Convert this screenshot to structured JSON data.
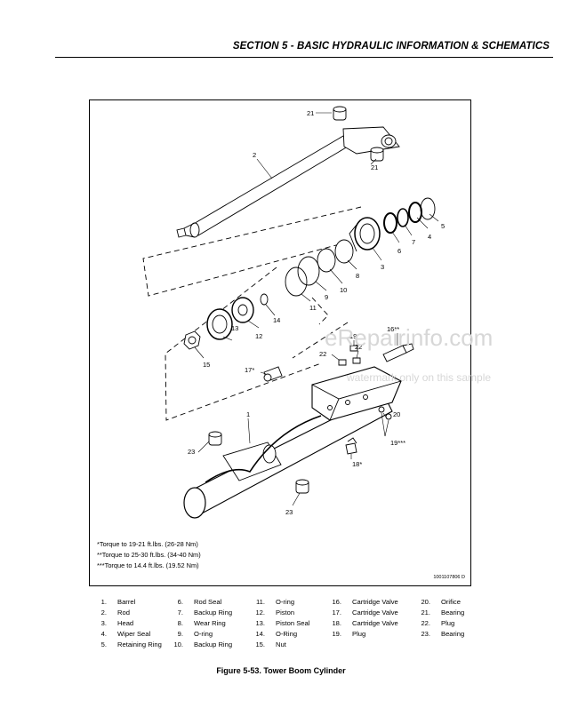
{
  "header": {
    "section_title": "SECTION 5 - BASIC HYDRAULIC INFORMATION & SCHEMATICS"
  },
  "diagram": {
    "callouts": [
      "21",
      "2",
      "21",
      "5",
      "4",
      "7",
      "6",
      "3",
      "8",
      "10",
      "9",
      "11",
      "14",
      "12",
      "13",
      "15",
      "16**",
      "19",
      "22",
      "22",
      "17*",
      "1",
      "20",
      "19***",
      "18*",
      "23",
      "23"
    ],
    "torque_notes": [
      "*Torque to 19-21 ft.lbs. (26-28 Nm)",
      "**Torque to 25-30 ft.lbs. (34-40 Nm)",
      "***Torque to 14.4 ft.lbs. (19.52 Nm)"
    ],
    "doc_number": "1001107806 D",
    "colors": {
      "line": "#000000",
      "watermark": "#d7d7d7"
    }
  },
  "watermark": {
    "site": "eRepairinfo.com",
    "note": "watermark only on this sample"
  },
  "legend": [
    [
      {
        "num": "1.",
        "label": "Barrel"
      },
      {
        "num": "2.",
        "label": "Rod"
      },
      {
        "num": "3.",
        "label": "Head"
      },
      {
        "num": "4.",
        "label": "Wiper Seal"
      },
      {
        "num": "5.",
        "label": "Retaining Ring"
      }
    ],
    [
      {
        "num": "6.",
        "label": "Rod Seal"
      },
      {
        "num": "7.",
        "label": "Backup Ring"
      },
      {
        "num": "8.",
        "label": "Wear Ring"
      },
      {
        "num": "9.",
        "label": "O-ring"
      },
      {
        "num": "10.",
        "label": "Backup Ring"
      }
    ],
    [
      {
        "num": "11.",
        "label": "O-ring"
      },
      {
        "num": "12.",
        "label": "Piston"
      },
      {
        "num": "13.",
        "label": "Piston Seal"
      },
      {
        "num": "14.",
        "label": "O-Ring"
      },
      {
        "num": "15.",
        "label": "Nut"
      }
    ],
    [
      {
        "num": "16.",
        "label": "Cartridge Valve"
      },
      {
        "num": "17.",
        "label": "Cartridge Valve"
      },
      {
        "num": "18.",
        "label": "Cartridge Valve"
      },
      {
        "num": "19.",
        "label": "Plug"
      }
    ],
    [
      {
        "num": "20.",
        "label": "Orifice"
      },
      {
        "num": "21.",
        "label": "Bearing"
      },
      {
        "num": "22.",
        "label": "Plug"
      },
      {
        "num": "23.",
        "label": "Bearing"
      }
    ]
  ],
  "caption": "Figure 5-53.  Tower Boom Cylinder"
}
